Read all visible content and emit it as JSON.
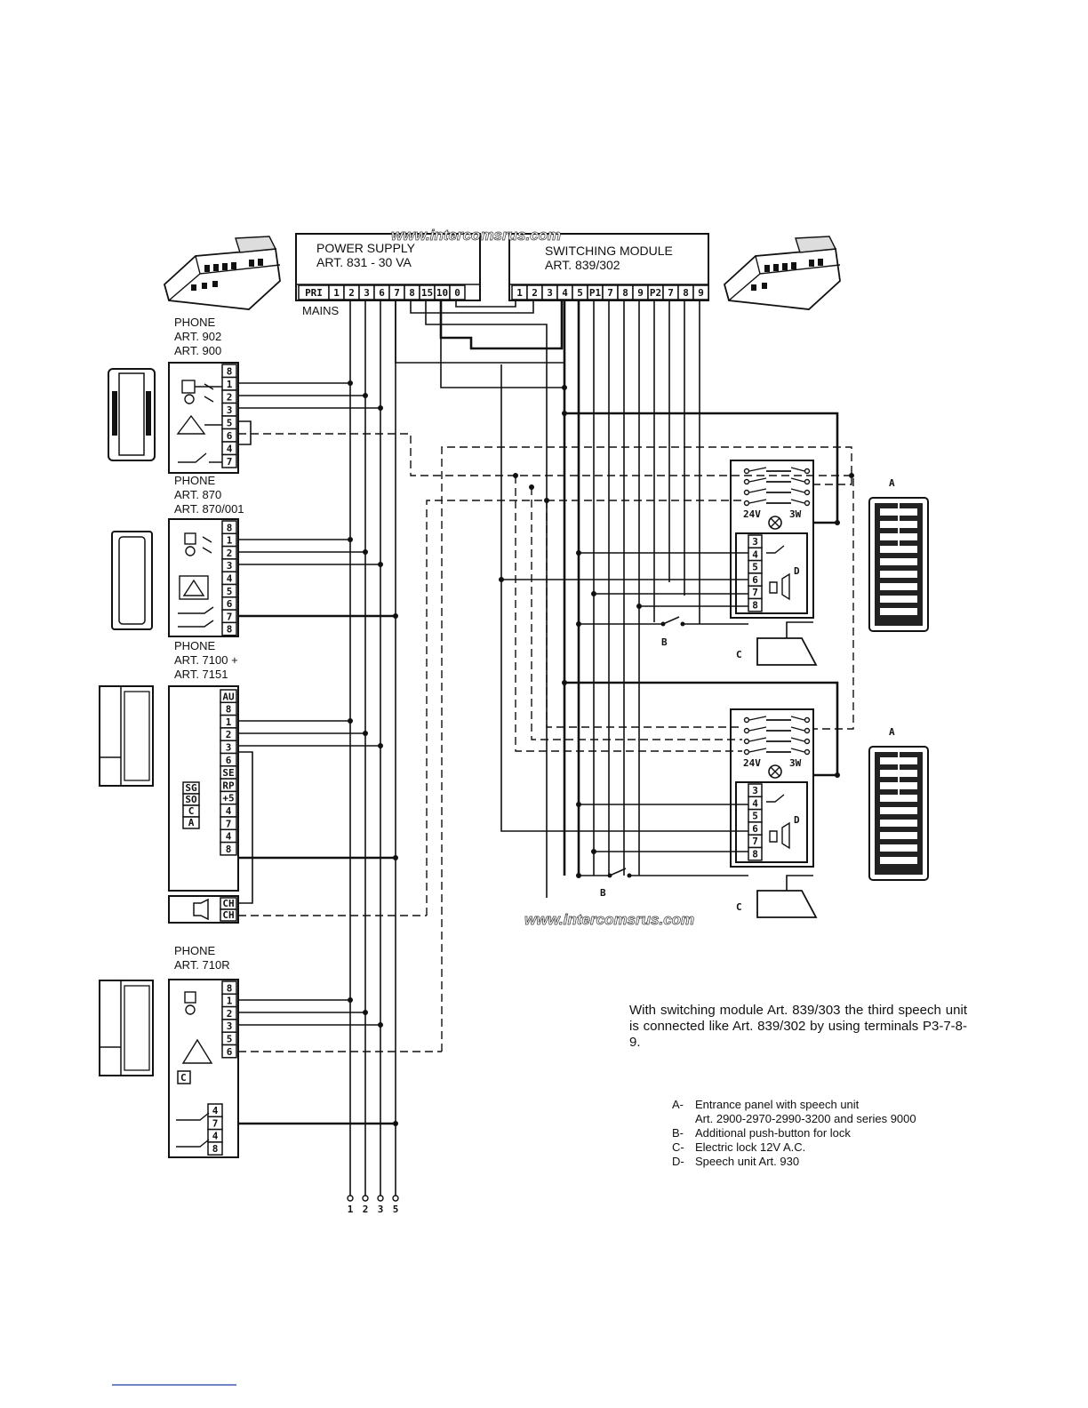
{
  "watermark": "www.intercomsrus.com",
  "power_supply": {
    "title": "POWER SUPPLY",
    "model": "ART. 831 - 30 VA",
    "terminals": [
      "PRI",
      "1",
      "2",
      "3",
      "6",
      "7",
      "8",
      "15",
      "10",
      "0"
    ],
    "mains": "MAINS"
  },
  "switching_module": {
    "title": "SWITCHING MODULE",
    "model": "ART. 839/302",
    "terminals": [
      "1",
      "2",
      "3",
      "4",
      "5",
      "P1",
      "7",
      "8",
      "9",
      "P2",
      "7",
      "8",
      "9"
    ]
  },
  "phones": [
    {
      "label": "PHONE",
      "models": [
        "ART. 902",
        "ART. 900"
      ],
      "terminals": [
        "8",
        "1",
        "2",
        "3",
        "5",
        "6",
        "4",
        "7"
      ]
    },
    {
      "label": "PHONE",
      "models": [
        "ART. 870",
        "ART. 870/001"
      ],
      "terminals": [
        "8",
        "1",
        "2",
        "3",
        "4",
        "5",
        "6",
        "7",
        "8"
      ]
    },
    {
      "label": "PHONE",
      "models": [
        "ART. 7100 +",
        "ART. 7151"
      ],
      "terminals": [
        "AU",
        "8",
        "1",
        "2",
        "3",
        "6",
        "SE",
        "RP",
        "+5",
        "4",
        "7",
        "4",
        "8"
      ],
      "keys": [
        "SG",
        "SO",
        "C",
        "A"
      ],
      "chime": [
        "CH",
        "CH"
      ]
    },
    {
      "label": "PHONE",
      "models": [
        "ART. 710R"
      ],
      "terminals": [
        "8",
        "1",
        "2",
        "3",
        "5",
        "6",
        "4",
        "7",
        "4",
        "8"
      ],
      "key": "C"
    }
  ],
  "speech_unit": {
    "terminals": [
      "3",
      "4",
      "5",
      "6",
      "7",
      "8"
    ],
    "lamp_left": "24V",
    "lamp_right": "3W",
    "tag": "D"
  },
  "callouts": {
    "a": "A",
    "b": "B",
    "c": "C"
  },
  "bottom_terminals": [
    "1",
    "2",
    "3",
    "5"
  ],
  "note": "With switching module Art. 839/303 the third speech unit is connected like Art. 839/302 by using terminals P3-7-8-9.",
  "legend": [
    {
      "key": "A-",
      "text": "Entrance panel with speech unit",
      "text2": "Art. 2900-2970-2990-3200 and series 9000"
    },
    {
      "key": "B-",
      "text": "Additional push-button for lock"
    },
    {
      "key": "C-",
      "text": "Electric lock 12V A.C."
    },
    {
      "key": "D-",
      "text": "Speech unit Art. 930"
    }
  ]
}
